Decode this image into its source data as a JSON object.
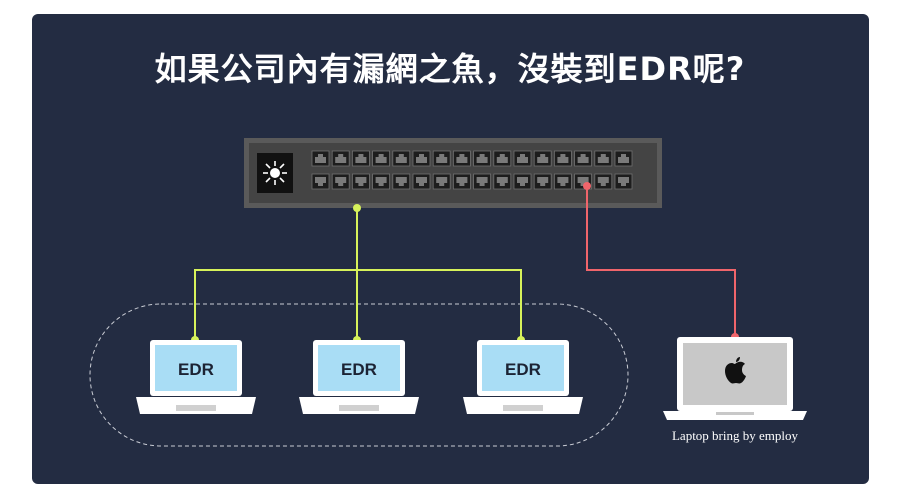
{
  "title": "如果公司內有漏網之魚，沒裝到EDR呢?",
  "laptops": [
    {
      "label": "EDR"
    },
    {
      "label": "EDR"
    },
    {
      "label": "EDR"
    }
  ],
  "rogue_laptop": {
    "logo": "apple-icon",
    "caption": "Laptop bring by employ"
  },
  "colors": {
    "background": "#232c42",
    "edr_link": "#d7f25a",
    "rogue_link": "#f0656b",
    "edr_screen": "#a9ddf5",
    "switch_body": "#4a4a4a"
  },
  "switch": {
    "icon": "network-switch-icon",
    "ports_per_row": 16,
    "rows": 2
  }
}
